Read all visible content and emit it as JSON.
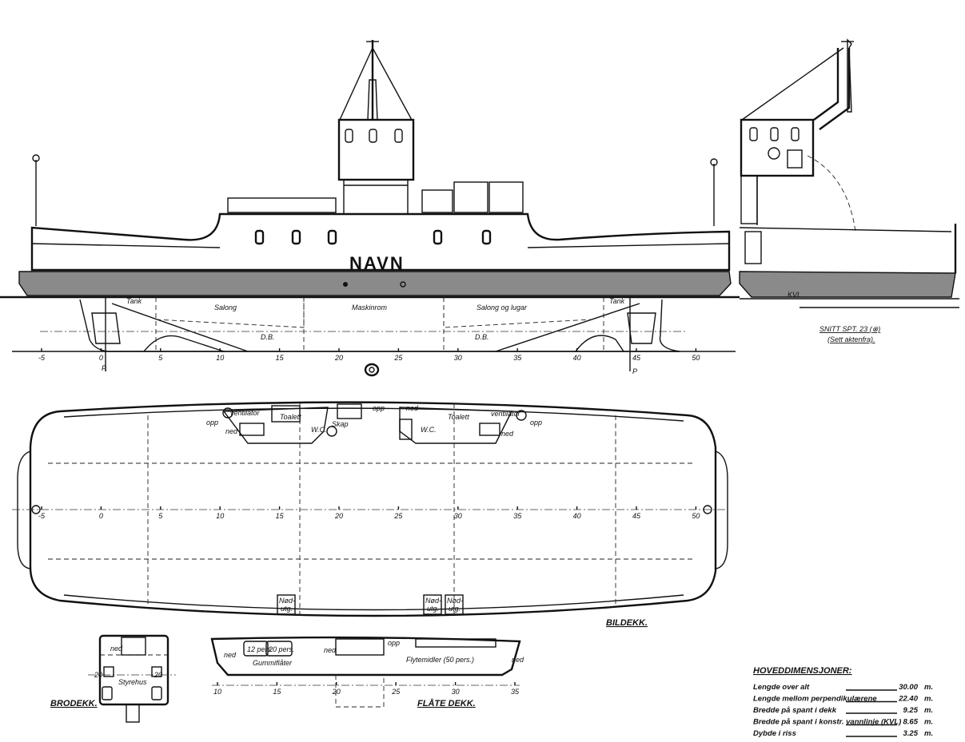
{
  "side_view": {
    "name_on_hull": "NAVN",
    "compartments": [
      "Tank",
      "Salong",
      "Maskinrom",
      "Salong og lugar",
      "Tank"
    ],
    "double_bottom": [
      "D.B.",
      "D.B."
    ],
    "perpendicular_marks": [
      "P.",
      "P"
    ],
    "scale_ticks": [
      "-5",
      "0",
      "5",
      "10",
      "15",
      "20",
      "25",
      "30",
      "35",
      "40",
      "45",
      "50"
    ]
  },
  "section_view": {
    "title": "SNITT SPT. 23",
    "title_symbol": "(⊗)",
    "subtitle": "(Sett aktenfra).",
    "waterline_label": "KVL"
  },
  "car_deck": {
    "title": "BILDEKK.",
    "labels": {
      "ventilator_left": "ventilator",
      "ventilator_right": "ventilator",
      "toilet_left": "Toalett",
      "toilet_right": "Toalett",
      "wc_left": "W.C.",
      "wc_right": "W.C.",
      "cabinet": "Skap",
      "up_1": "opp",
      "up_2": "opp",
      "up_3": "opp",
      "down_1": "ned",
      "down_2": "ned",
      "down_3": "ned"
    },
    "emergency_exits": [
      {
        "line1": "Nød-",
        "line2": "utg."
      },
      {
        "line1": "Nød-",
        "line2": "utg."
      },
      {
        "line1": "Nød-",
        "line2": "utg."
      }
    ],
    "scale_ticks": [
      "-5",
      "0",
      "5",
      "10",
      "15",
      "20",
      "25",
      "30",
      "35",
      "40",
      "45",
      "50"
    ]
  },
  "bridge_deck": {
    "title": "BRODEKK.",
    "wheelhouse": "Styrehus",
    "down": "ned",
    "frame_left": "20",
    "frame_right": "20"
  },
  "raft_deck": {
    "title": "FLÅTE DEKK.",
    "raft_12": "12 pers.",
    "raft_20": "20 pers.",
    "rubber_rafts": "Gummiflåter",
    "buoyancy": "Flytemidler (50 pers.)",
    "up": "opp",
    "down_1": "ned",
    "down_2": "ned",
    "down_3": "ned",
    "scale_ticks": [
      "10",
      "15",
      "20",
      "25",
      "30",
      "35"
    ]
  },
  "main_dimensions": {
    "title": "HOVEDDIMENSJONER:",
    "rows": [
      {
        "label": "Lengde over alt",
        "value": "30.00",
        "unit": "m."
      },
      {
        "label": "Lengde mellom perpendikulærene",
        "value": "22.40",
        "unit": "m."
      },
      {
        "label": "Bredde på spant i dekk",
        "value": "9.25",
        "unit": "m."
      },
      {
        "label": "Bredde på spant i konstr. vannlinje (KVL)",
        "value": "8.65",
        "unit": "m."
      },
      {
        "label": "Dybde i riss",
        "value": "3.25",
        "unit": "m."
      }
    ]
  }
}
